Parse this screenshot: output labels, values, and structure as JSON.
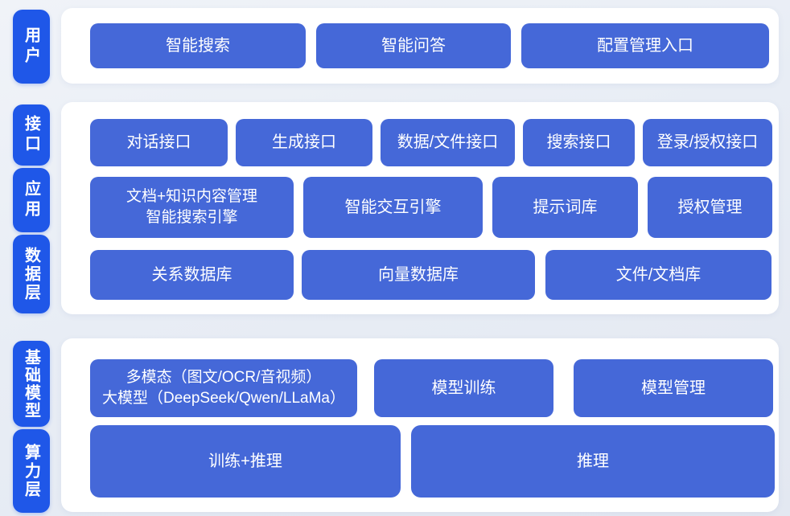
{
  "palette": {
    "rail_blue": "#1f57e8",
    "block_blue": "#4568d8",
    "panel_white": "#ffffff",
    "page_background": "#e8edf5",
    "text_white": "#ffffff"
  },
  "rails": {
    "user": "用户",
    "interface": "接口",
    "application": "应用",
    "data_layer": "数据层",
    "foundation_model": "基础模型",
    "compute_layer": "算力层"
  },
  "blocks": {
    "smart_search": "智能搜索",
    "smart_qa": "智能问答",
    "config_management_entry": "配置管理入口",
    "dialog_api": "对话接口",
    "generation_api": "生成接口",
    "data_file_api": "数据/文件接口",
    "search_api": "搜索接口",
    "login_auth_api": "登录/授权接口",
    "doc_knowledge_engine_line1": "文档+知识内容管理",
    "doc_knowledge_engine_line2": "智能搜索引擎",
    "intelligent_interaction_engine": "智能交互引擎",
    "prompt_library": "提示词库",
    "authorization_management": "授权管理",
    "relational_database": "关系数据库",
    "vector_database": "向量数据库",
    "file_document_store": "文件/文档库",
    "multimodal_llm_line1": "多模态（图文/OCR/音视频）",
    "multimodal_llm_line2": "大模型（DeepSeek/Qwen/LLaMa）",
    "model_training": "模型训练",
    "model_management": "模型管理",
    "training_plus_inference": "训练+推理",
    "inference": "推理"
  }
}
